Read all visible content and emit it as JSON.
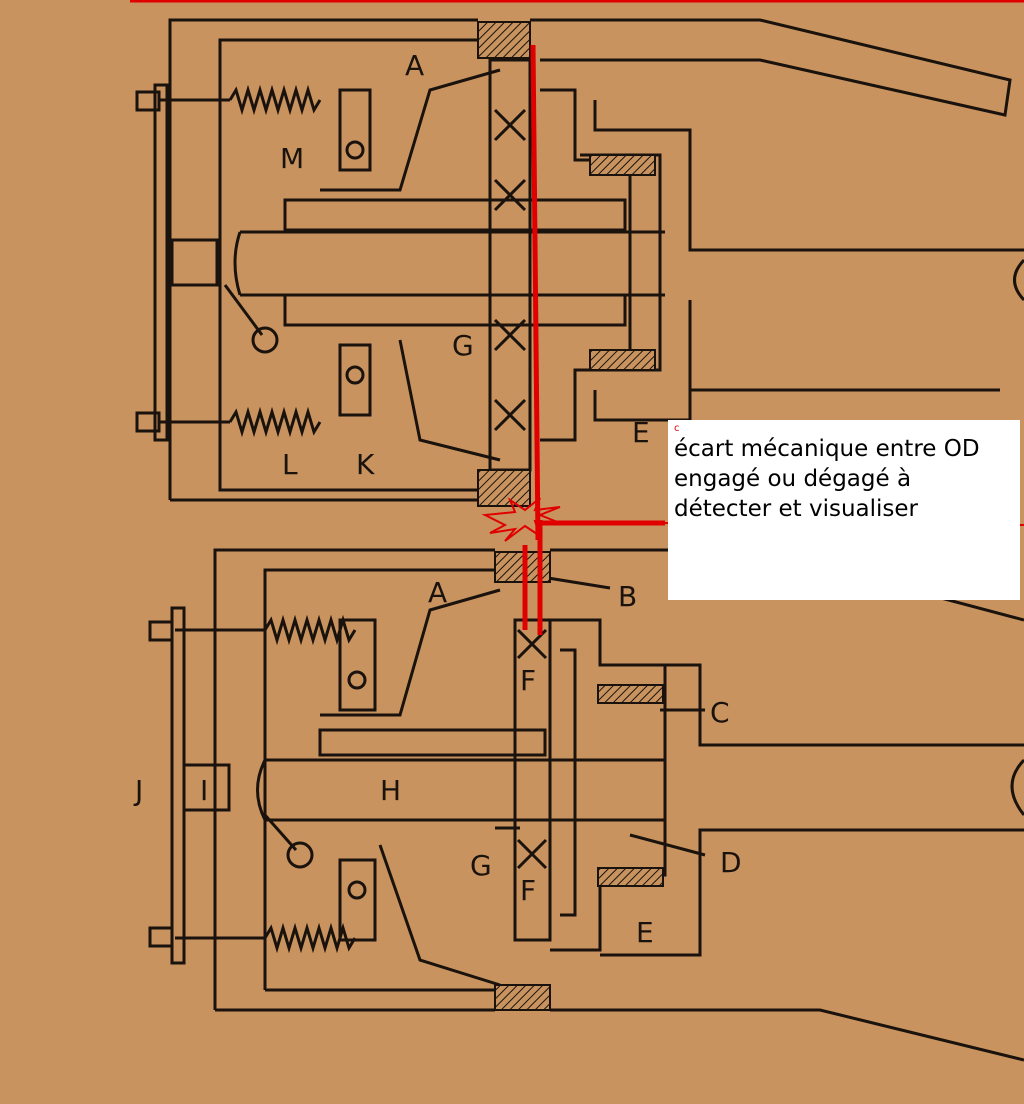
{
  "colors": {
    "background": "#c8935f",
    "line": "#1a120c",
    "annotation": "#e00000",
    "note_bg": "#ffffff"
  },
  "labels": {
    "upper": {
      "A": "A",
      "M": "M",
      "G": "G",
      "E": "E",
      "L": "L",
      "K": "K"
    },
    "lower": {
      "A": "A",
      "B": "B",
      "F1": "F",
      "F2": "F",
      "C": "C",
      "J": "J",
      "I": "I",
      "H": "H",
      "G": "G",
      "D": "D",
      "E": "E"
    }
  },
  "note": {
    "marker": "c",
    "text": "écart mécanique entre OD engagé ou dégagé à détecter et visualiser"
  }
}
